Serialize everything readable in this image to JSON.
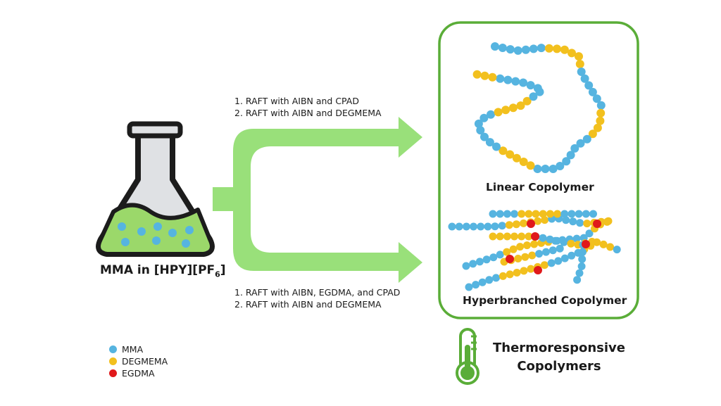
{
  "colors": {
    "mma": "#56b4e0",
    "degmema": "#f2c01e",
    "egdma": "#e0191b",
    "arrow": "#99e07a",
    "frame": "#5aad38",
    "liquid": "#9bd86a",
    "glass": "#dfe1e4",
    "outline": "#1c1c1c"
  },
  "flask": {
    "label_main": "MMA in [HPY][PF",
    "label_sub": "6",
    "label_end": "]"
  },
  "route_linear": {
    "step1": "1. RAFT with AIBN and CPAD",
    "step2": "2. RAFT with AIBN and DEGMEMA"
  },
  "route_hyperbranched": {
    "step1": "1. RAFT with AIBN, EGDMA,  and CPAD",
    "step2": "2. RAFT with AIBN and DEGMEMA"
  },
  "products": {
    "linear": "Linear Copolymer",
    "hyperbranched": "Hyperbranched Copolymer"
  },
  "thermo": {
    "line1": "Thermoresponsive",
    "line2": "Copolymers",
    "icon": "thermometer-icon"
  },
  "legend": [
    {
      "label": "MMA",
      "color_key": "mma"
    },
    {
      "label": "DEGMEMA",
      "color_key": "degmema"
    },
    {
      "label": "EGDMA",
      "color_key": "egdma"
    }
  ]
}
